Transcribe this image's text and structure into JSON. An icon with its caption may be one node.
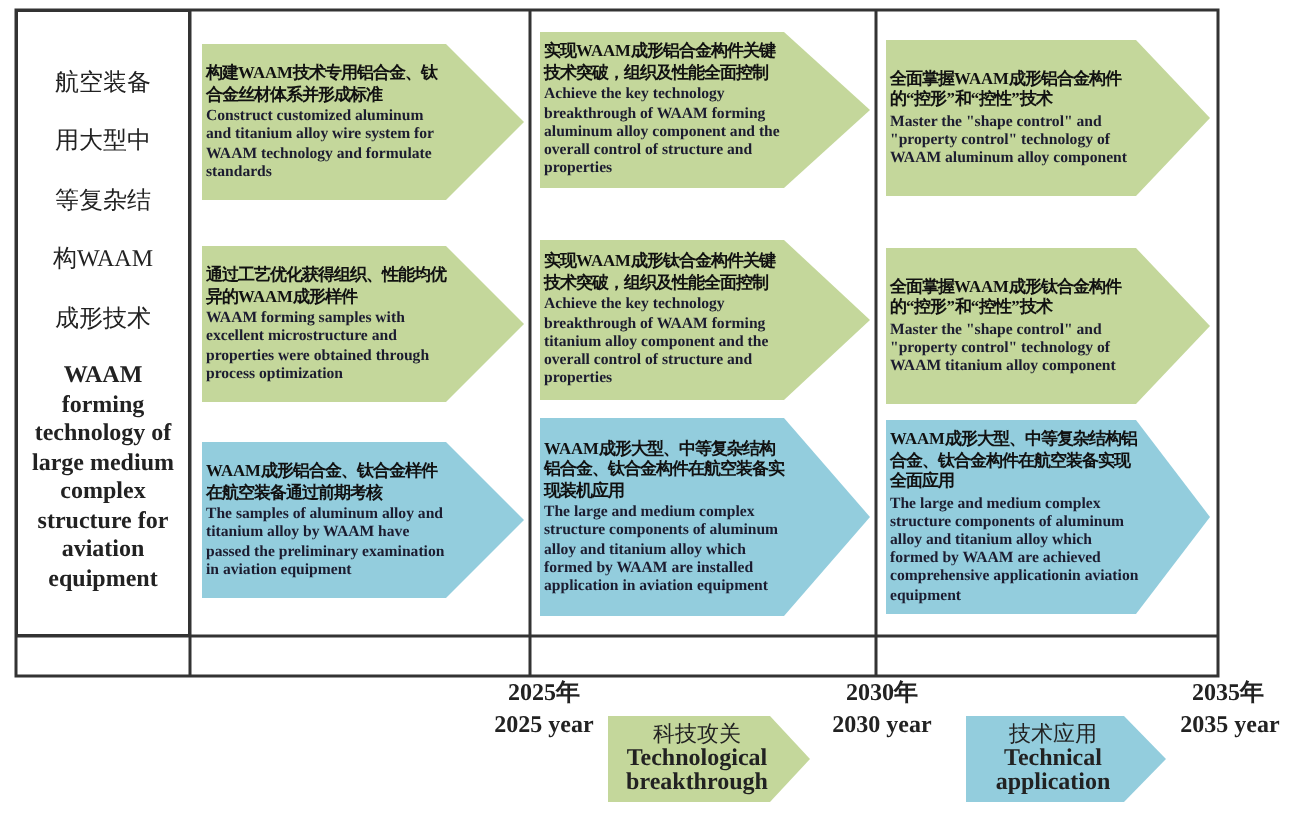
{
  "diagram": {
    "nodes": [
      {
        "text": [
          "航空装备用大型中等复杂结构WAAM成形技术",
          "WAAM forming technology of large medium complex structure for aviation equipment"
        ]
      },
      {
        "text": [
          "构建WAAM技术专用铝合金、钛合金丝材体系并形成标准",
          "Construct customized aluminum and titanium alloy wire system for WAAM technology and formulate standards"
        ]
      },
      {
        "text": [
          "实现WAAM成形铝合金构件关键技术突破，组织及性能全面控制",
          "Achieve the key technology breakthrough of WAAM forming aluminum alloy component and the overall control of structure and properties"
        ]
      },
      {
        "text": [
          "全面掌握WAAM成形铝合金构件的“控形”和“控性”技术",
          "Master the \"shape control\" and \"property control\" technology of WAAM aluminum alloy component"
        ]
      },
      {
        "text": [
          "通过工艺优化获得组织、性能均优异的WAAM成形样件",
          "WAAM forming samples with excellent microstructure and properties were obtained through process optimization"
        ]
      },
      {
        "text": [
          "实现WAAM成形钛合金构件关键技术突破，组织及性能全面控制",
          "Achieve the key technology breakthrough of WAAM forming titanium alloy component and the overall control of structure and properties"
        ]
      },
      {
        "text": [
          "全面掌握WAAM成形钛合金构件的“控形”和“控性”技术",
          "Master the \"shape control\" and \"property control\" technology of WAAM titanium alloy component"
        ]
      },
      {
        "text": [
          "WAAM成形铝合金、钛合金样件在航空装备通过前期考核",
          "The samples of aluminum alloy and titanium alloy by WAAM have passed the preliminary examination in aviation equipment"
        ]
      },
      {
        "text": [
          "WAAM成形大型、中等复杂结构铝合金、钛合金构件在航空装备实现装机应用",
          "The large and medium complex structure components of aluminum alloy and titanium alloy which formed by WAAM are installed application in aviation equipment"
        ]
      },
      {
        "text": [
          "WAAM成形大型、中等复杂结构铝合金、钛合金构件在航空装备实现全面应用",
          "The large and medium complex structure components of aluminum alloy and titanium alloy which formed by WAAM are achieved comprehensive applicationin aviation equipment"
        ]
      }
    ],
    "labels": [
      "2025年",
      "2025 year",
      "2030年",
      "2030 year",
      "2035年",
      "2035 year"
    ],
    "legend": [
      {
        "text": "科技攻关 **Technological breakthrough**",
        "color": "#c4d79b"
      },
      {
        "text": "技术应用 **Technical application**",
        "color": "#93cddd"
      }
    ]
  }
}
